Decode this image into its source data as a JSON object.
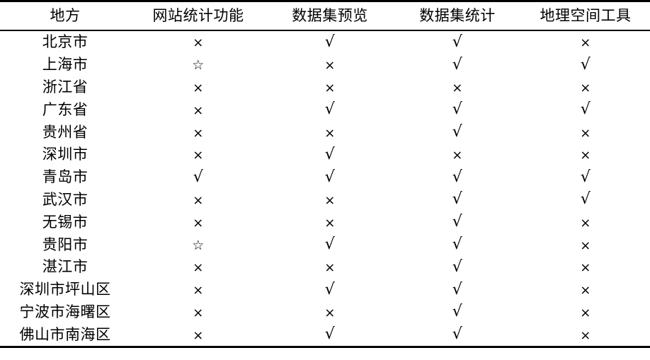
{
  "table": {
    "headers": [
      "地方",
      "网站统计功能",
      "数据集预览",
      "数据集统计",
      "地理空间工具"
    ],
    "symbols": {
      "check": "√",
      "cross": "×",
      "star": "☆"
    },
    "rows": [
      {
        "place": "北京市",
        "website_stats": "×",
        "dataset_preview": "√",
        "dataset_stats": "√",
        "geo_tools": "×"
      },
      {
        "place": "上海市",
        "website_stats": "☆",
        "dataset_preview": "×",
        "dataset_stats": "√",
        "geo_tools": "√"
      },
      {
        "place": "浙江省",
        "website_stats": "×",
        "dataset_preview": "×",
        "dataset_stats": "×",
        "geo_tools": "×"
      },
      {
        "place": "广东省",
        "website_stats": "×",
        "dataset_preview": "√",
        "dataset_stats": "√",
        "geo_tools": "√"
      },
      {
        "place": "贵州省",
        "website_stats": "×",
        "dataset_preview": "×",
        "dataset_stats": "√",
        "geo_tools": "×"
      },
      {
        "place": "深圳市",
        "website_stats": "×",
        "dataset_preview": "√",
        "dataset_stats": "×",
        "geo_tools": "×"
      },
      {
        "place": "青岛市",
        "website_stats": "√",
        "dataset_preview": "√",
        "dataset_stats": "√",
        "geo_tools": "√"
      },
      {
        "place": "武汉市",
        "website_stats": "×",
        "dataset_preview": "×",
        "dataset_stats": "√",
        "geo_tools": "√"
      },
      {
        "place": "无锡市",
        "website_stats": "×",
        "dataset_preview": "×",
        "dataset_stats": "√",
        "geo_tools": "×"
      },
      {
        "place": "贵阳市",
        "website_stats": "☆",
        "dataset_preview": "√",
        "dataset_stats": "√",
        "geo_tools": "×"
      },
      {
        "place": "湛江市",
        "website_stats": "×",
        "dataset_preview": "×",
        "dataset_stats": "√",
        "geo_tools": "×"
      },
      {
        "place": "深圳市坪山区",
        "website_stats": "×",
        "dataset_preview": "√",
        "dataset_stats": "√",
        "geo_tools": "×"
      },
      {
        "place": "宁波市海曙区",
        "website_stats": "×",
        "dataset_preview": "×",
        "dataset_stats": "√",
        "geo_tools": "×"
      },
      {
        "place": "佛山市南海区",
        "website_stats": "×",
        "dataset_preview": "√",
        "dataset_stats": "√",
        "geo_tools": "×"
      }
    ]
  },
  "style": {
    "text_color": "#000000",
    "background_color": "#ffffff",
    "rule_color": "#000000"
  }
}
